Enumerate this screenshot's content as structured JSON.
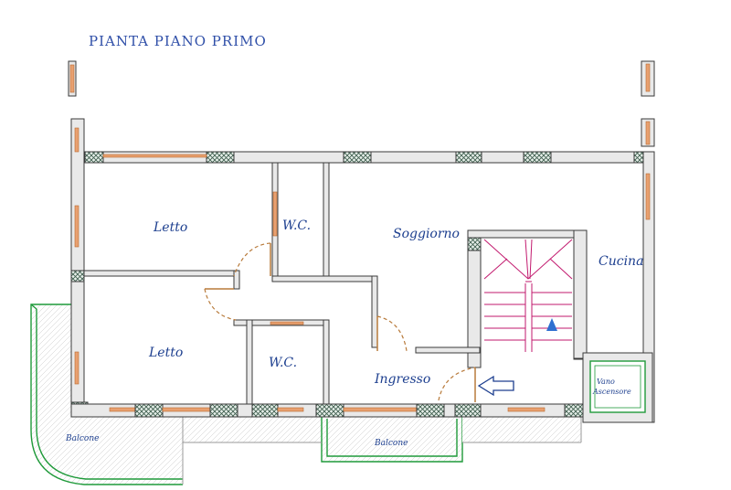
{
  "title": "PIANTA PIANO PRIMO",
  "rooms": {
    "letto_top": "Letto",
    "wc_top": "W.C.",
    "soggiorno": "Soggiorno",
    "cucina": "Cucina",
    "letto_bottom": "Letto",
    "wc_bottom": "W.C.",
    "ingresso": "Ingresso",
    "vano": "Vano",
    "ascensore": "Ascensore",
    "balcone_left": "Balcone",
    "balcone_center": "Balcone"
  },
  "colors": {
    "title": "#2f4fa8",
    "labels": "#1d3f8f",
    "walls": "#3a3a3a",
    "windows": "#e8a070",
    "doors": "#b87a3a",
    "balcony": "#1f9a3a",
    "stairs": "#c2196e",
    "arrow": "#2f6fd0"
  }
}
